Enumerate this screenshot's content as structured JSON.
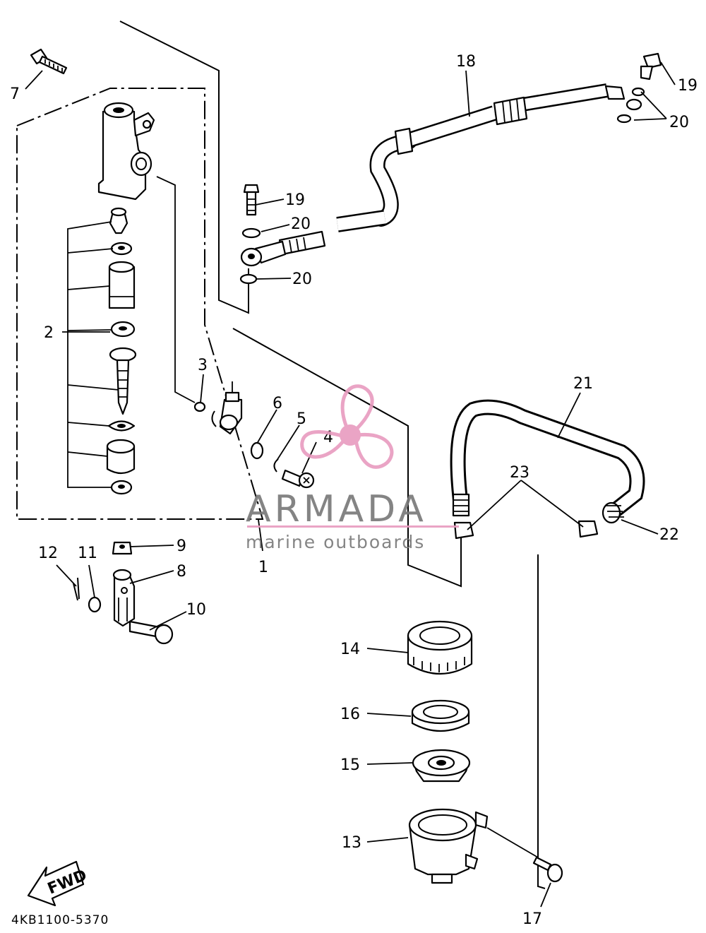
{
  "diagram": {
    "callouts": {
      "c1": "1",
      "c2": "2",
      "c3": "3",
      "c4": "4",
      "c5": "5",
      "c6": "6",
      "c7": "7",
      "c8": "8",
      "c9": "9",
      "c10": "10",
      "c11": "11",
      "c12": "12",
      "c13": "13",
      "c14": "14",
      "c15": "15",
      "c16": "16",
      "c17": "17",
      "c18": "18",
      "c19a": "19",
      "c19b": "19",
      "c20a": "20",
      "c20b": "20",
      "c20c": "20",
      "c21": "21",
      "c22": "22",
      "c23": "23"
    },
    "fwd_label": "FWD",
    "drawing_code": "4KB1100-5370"
  },
  "watermark": {
    "brand": "ARMADA",
    "tagline": "marine outboards",
    "logo_color": "#e89bbf",
    "text_color": "#777777"
  }
}
